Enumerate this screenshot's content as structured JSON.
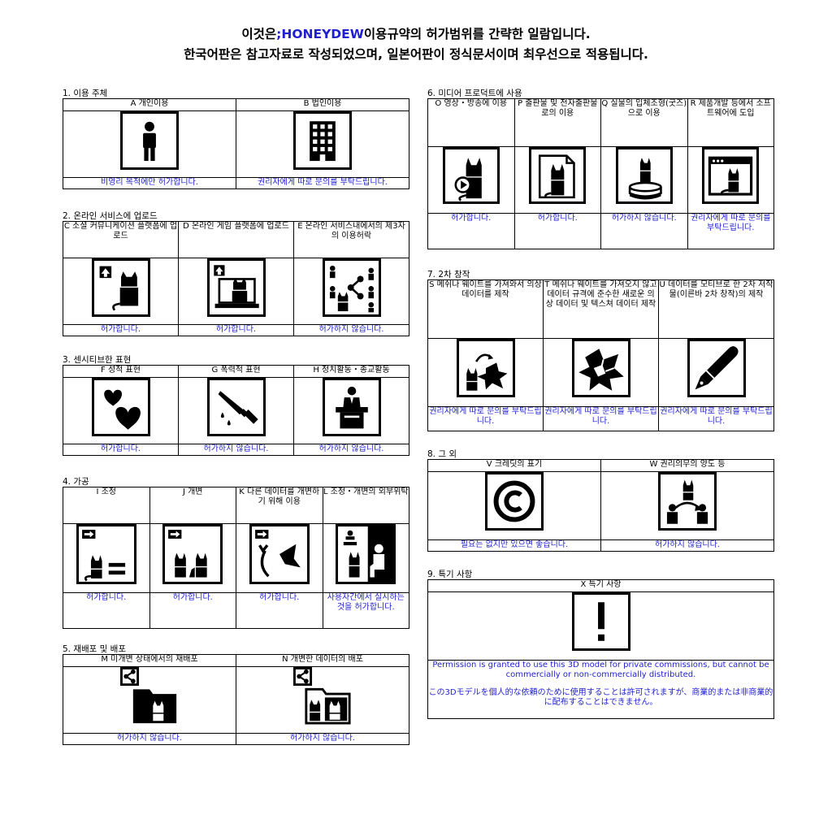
{
  "header": {
    "line1_pre": "이것은",
    "brand": ";HONEYDEW",
    "line1_post": "이용규약의 허가범위를 간략한 일람입니다.",
    "line2": "한국어판은 참고자료로 작성되었으며, 일본어판이 정식문서이며 최우선으로 적용됩니다."
  },
  "colors": {
    "text": "#000000",
    "status": "#1f1fd0",
    "background": "#ffffff"
  },
  "sections": {
    "s1": {
      "title": "1. 이용 주체",
      "items": [
        {
          "label": "A 개인이용",
          "icon": "person-icon",
          "status": "비영리 목적에만 허가합니다."
        },
        {
          "label": "B 법인이용",
          "icon": "building-icon",
          "status": "권리자에게 따로 문의를 부탁드립니다."
        }
      ]
    },
    "s2": {
      "title": "2. 온라인 서비스에 업로드",
      "items": [
        {
          "label": "C 소셜 커뮤니케이션 플랫폼에 업로드",
          "icon": "upload-avatar-icon",
          "status": "허가합니다."
        },
        {
          "label": "D 온라인 게임 플랫폼에 업로드",
          "icon": "upload-game-icon",
          "status": "허가합니다."
        },
        {
          "label": "E 온라인 서비스내에서의 제3자의 이용허락",
          "icon": "share-users-icon",
          "status": "허가하지 않습니다."
        }
      ]
    },
    "s3": {
      "title": "3. 센시티브한 표현",
      "items": [
        {
          "label": "F 성적 표현",
          "icon": "hearts-icon",
          "status": "허가합니다."
        },
        {
          "label": "G 폭력적 표현",
          "icon": "knife-icon",
          "status": "허가하지 않습니다."
        },
        {
          "label": "H 정치활동・종교활동",
          "icon": "podium-icon",
          "status": "허가하지 않습니다."
        }
      ]
    },
    "s4": {
      "title": "4. 가공",
      "items": [
        {
          "label": "I 조정",
          "icon": "adjust-icon",
          "status": "허가합니다."
        },
        {
          "label": "J 개변",
          "icon": "modify-icon",
          "status": "허가합니다."
        },
        {
          "label": "K 다른 데이터를 개변하기 위해 이용",
          "icon": "parts-icon",
          "status": "허가합니다."
        },
        {
          "label": "L 조정・개변의 외부위탁",
          "icon": "outsource-icon",
          "status": "사용자간에서 실시하는 것을 허가합니다."
        }
      ]
    },
    "s5": {
      "title": "5. 재배포 및 배포",
      "items": [
        {
          "label": "M 미개변 상태에서의 재배포",
          "icon": "share-folder-icon",
          "status": "허가하지 않습니다."
        },
        {
          "label": "N 개변한 데이터의 배포",
          "icon": "share-modified-icon",
          "status": "허가하지 않습니다."
        }
      ]
    },
    "s6": {
      "title": "6. 미디어 프로덕트에 사용",
      "items": [
        {
          "label": "O 영상・방송에 이용",
          "icon": "video-icon",
          "status": "허가합니다."
        },
        {
          "label": "P 출판물 및 전자출판물로의 이용",
          "icon": "publication-icon",
          "status": "허가합니다."
        },
        {
          "label": "Q 실물의 입체조형(굿즈)으로 이용",
          "icon": "figure-icon",
          "status": "허가하지 않습니다."
        },
        {
          "label": "R 제품개발 등에서 소프트웨어에 도입",
          "icon": "software-icon",
          "status": "권리자에게 따로 문의를 부탁드립니다."
        }
      ]
    },
    "s7": {
      "title": "7. 2차 창작",
      "items": [
        {
          "label": "S 메쉬나 웨이트를 가져와서 의상 데이터를 제작",
          "icon": "mesh-cloth-icon",
          "status": "권리자에게 따로 문의를 부탁드립니다."
        },
        {
          "label": "T 메쉬나 웨이트를 가져오지 않고 데이터 규격에 준수한 새로운 의상 데이터 및 텍스쳐 데이터 제작",
          "icon": "cloth-icon",
          "status": "권리자에게 따로 문의를 부탁드립니다."
        },
        {
          "label": "U 데이터를 모티브로 한 2차 저작물(이른바 2차 창작)의 제작",
          "icon": "pen-icon",
          "status": "권리자에게 따로 문의를 부탁드립니다."
        }
      ]
    },
    "s8": {
      "title": "8. 그 외",
      "items": [
        {
          "label": "V 크레딧의 표기",
          "icon": "copyright-icon",
          "status": "필요는 없지만 있으면 좋습니다."
        },
        {
          "label": "W 권리의무의 양도 등",
          "icon": "transfer-icon",
          "status": "허가하지 않습니다."
        }
      ]
    },
    "s9": {
      "title": "9. 특기 사항",
      "label": "X 특기 사항",
      "icon": "exclamation-icon",
      "text_en": "Permission is granted to use this 3D model for private commissions, but cannot be commercially or non-commercially distributed.",
      "text_ja": "この3Dモデルを個人的な依頼のために使用することは許可されますが、商業的または非商業的に配布することはできません。"
    }
  }
}
